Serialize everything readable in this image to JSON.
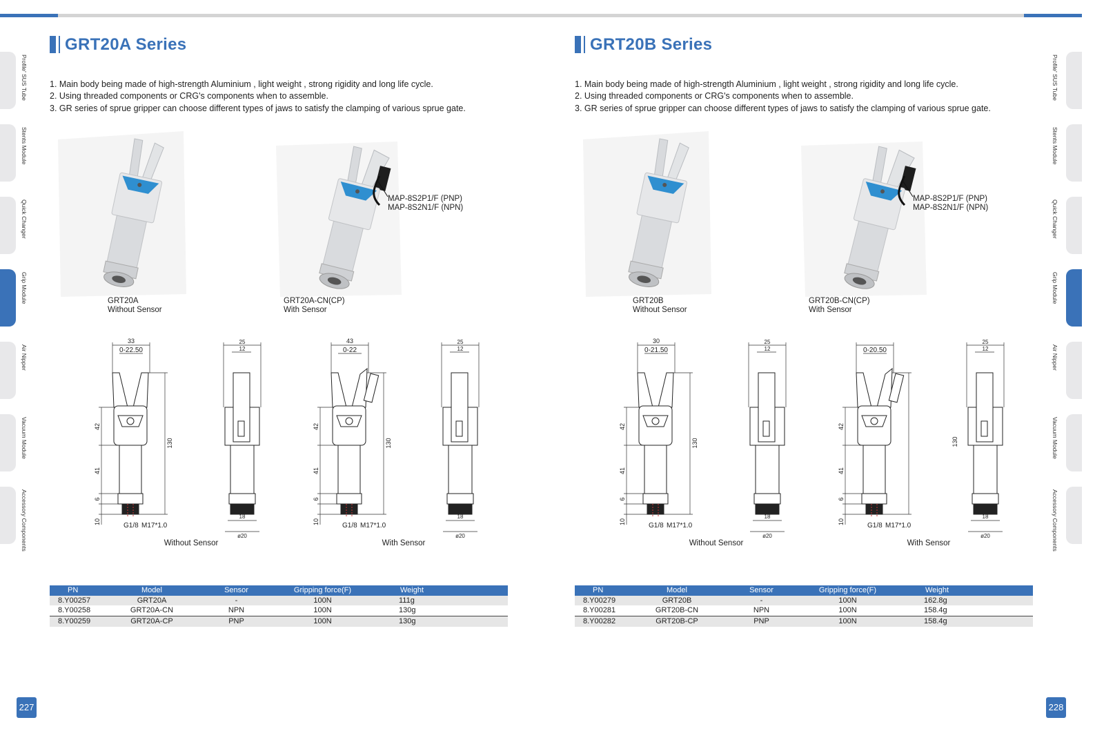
{
  "side_tabs": {
    "items": [
      "Profile' SUS Tube",
      "Stents Module",
      "Quick Changer",
      "Grip Module",
      "Air Nipper",
      "Vacuum Module",
      "Accessory Components"
    ],
    "active": 3
  },
  "colors": {
    "accent": "#3a72b8",
    "tab_inactive": "#e8e8ea",
    "row_alt": "#e6e6e6"
  },
  "pages": [
    {
      "title": "GRT20A Series",
      "bullets": [
        "1. Main body being made of  high-strength Aluminium , light weight , strong rigidity and long life cycle.",
        "2. Using threaded components or CRG's components when to assemble.",
        "3. GR series of sprue gripper can choose different types of jaws to satisfy the clamping of various sprue gate."
      ],
      "photos": [
        {
          "model": "GRT20A",
          "desc": "Without Sensor"
        },
        {
          "model": "GRT20A-CN(CP)",
          "desc": "With Sensor"
        }
      ],
      "sensor_label": [
        "MAP-8S2P1/F (PNP)",
        "MAP-8S2N1/F (NPN)"
      ],
      "drawings": [
        {
          "front": {
            "width": "33",
            "stroke": "0-22.50",
            "h1": "42",
            "h2": "41",
            "h3": "6",
            "h4": "10",
            "total": "130",
            "port": "G1/8",
            "thread": "M17*1.0"
          },
          "side": {
            "width": "25",
            "inner": "12",
            "hex": "18",
            "dia": "ø20",
            "total": ""
          }
        },
        {
          "front": {
            "width": "43",
            "stroke": "0-22",
            "h1": "42",
            "h2": "41",
            "h3": "6",
            "h4": "10",
            "total": "130",
            "port": "G1/8",
            "thread": "M17*1.0"
          },
          "side": {
            "width": "25",
            "inner": "12",
            "hex": "18",
            "dia": "ø20",
            "total": ""
          }
        }
      ],
      "drawing_captions": [
        "Without Sensor",
        "With Sensor"
      ],
      "table": {
        "headers": [
          "PN",
          "Model",
          "Sensor",
          "Gripping force(F)",
          "Weight"
        ],
        "rows": [
          [
            "8.Y00257",
            "GRT20A",
            "-",
            "100N",
            "111g"
          ],
          [
            "8.Y00258",
            "GRT20A-CN",
            "NPN",
            "100N",
            "130g"
          ],
          [
            "8.Y00259",
            "GRT20A-CP",
            "PNP",
            "100N",
            "130g"
          ]
        ]
      },
      "page_number": "227"
    },
    {
      "title": "GRT20B Series",
      "bullets": [
        "1. Main body being made of  high-strength Aluminium , light weight , strong rigidity and long life cycle.",
        "2. Using threaded components or CRG's components when to assemble.",
        "3. GR series of sprue gripper can choose different types of jaws to satisfy the clamping of various sprue gate."
      ],
      "photos": [
        {
          "model": "GRT20B",
          "desc": "Without Sensor"
        },
        {
          "model": "GRT20B-CN(CP)",
          "desc": "With Sensor"
        }
      ],
      "sensor_label": [
        "MAP-8S2P1/F (PNP)",
        "MAP-8S2N1/F (NPN)"
      ],
      "drawings": [
        {
          "front": {
            "width": "30",
            "stroke": "0-21.50",
            "h1": "42",
            "h2": "41",
            "h3": "6",
            "h4": "10",
            "total": "130",
            "port": "G1/8",
            "thread": "M17*1.0"
          },
          "side": {
            "width": "25",
            "inner": "12",
            "hex": "18",
            "dia": "ø20",
            "total": ""
          }
        },
        {
          "front": {
            "width": "",
            "stroke": "0-20.50",
            "h1": "42",
            "h2": "41",
            "h3": "6",
            "h4": "10",
            "total": "",
            "port": "G1/8",
            "thread": "M17*1.0"
          },
          "side": {
            "width": "25",
            "inner": "12",
            "hex": "18",
            "dia": "ø20",
            "total": "130"
          }
        }
      ],
      "drawing_captions": [
        "Without Sensor",
        "With Sensor"
      ],
      "table": {
        "headers": [
          "PN",
          "Model",
          "Sensor",
          "Gripping force(F)",
          "Weight"
        ],
        "rows": [
          [
            "8.Y00279",
            "GRT20B",
            "-",
            "100N",
            "162.8g"
          ],
          [
            "8.Y00281",
            "GRT20B-CN",
            "NPN",
            "100N",
            "158.4g"
          ],
          [
            "8.Y00282",
            "GRT20B-CP",
            "PNP",
            "100N",
            "158.4g"
          ]
        ]
      },
      "page_number": "228"
    }
  ]
}
